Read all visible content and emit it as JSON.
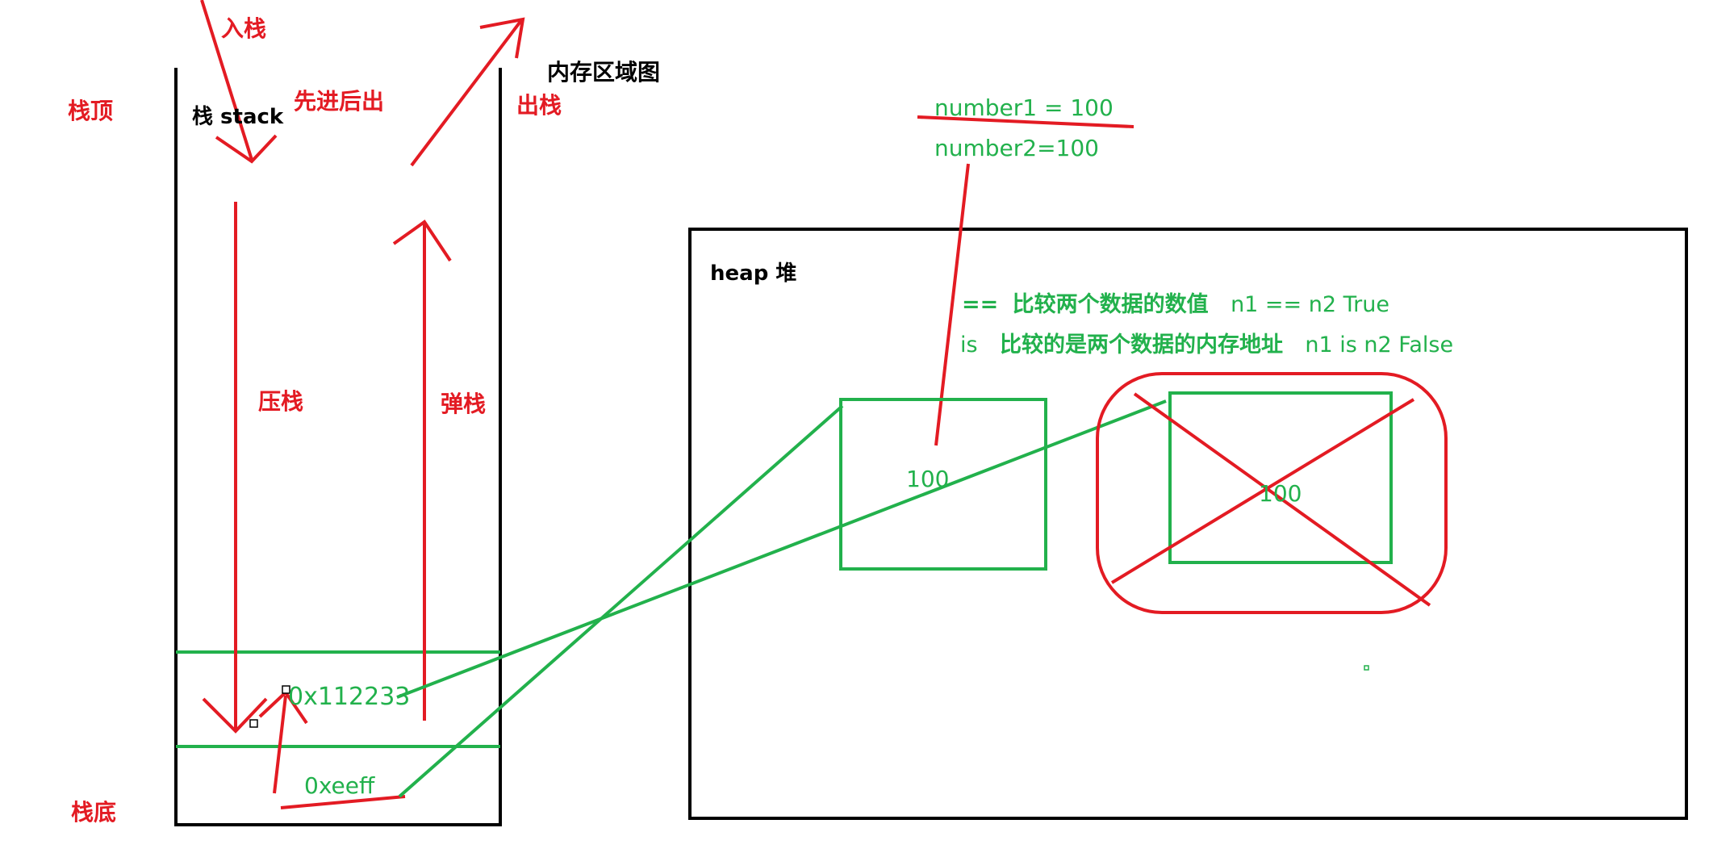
{
  "colors": {
    "red": "#e31b23",
    "green": "#22b14c",
    "black": "#000000"
  },
  "labels": {
    "stack_top": "栈顶",
    "stack_bottom": "栈底",
    "stack_title": "栈 stack",
    "push_in": "入栈",
    "lifo": "先进后出",
    "pop_out": "出栈",
    "memory_map": "内存区域图",
    "push": "压栈",
    "pop": "弹栈",
    "addr1": "0x112233",
    "addr2": "0xeeff",
    "var1": "number1 = 100",
    "var2": "number2=100",
    "heap_title": "heap 堆",
    "eq_op": "==",
    "eq_desc": "比较两个数据的数值",
    "eq_expr": "n1 == n2  True",
    "is_op": "is",
    "is_desc": "比较的是两个数据的内存地址",
    "is_expr": "n1 is n2  False",
    "obj1_value": "100",
    "obj2_value": "100"
  }
}
